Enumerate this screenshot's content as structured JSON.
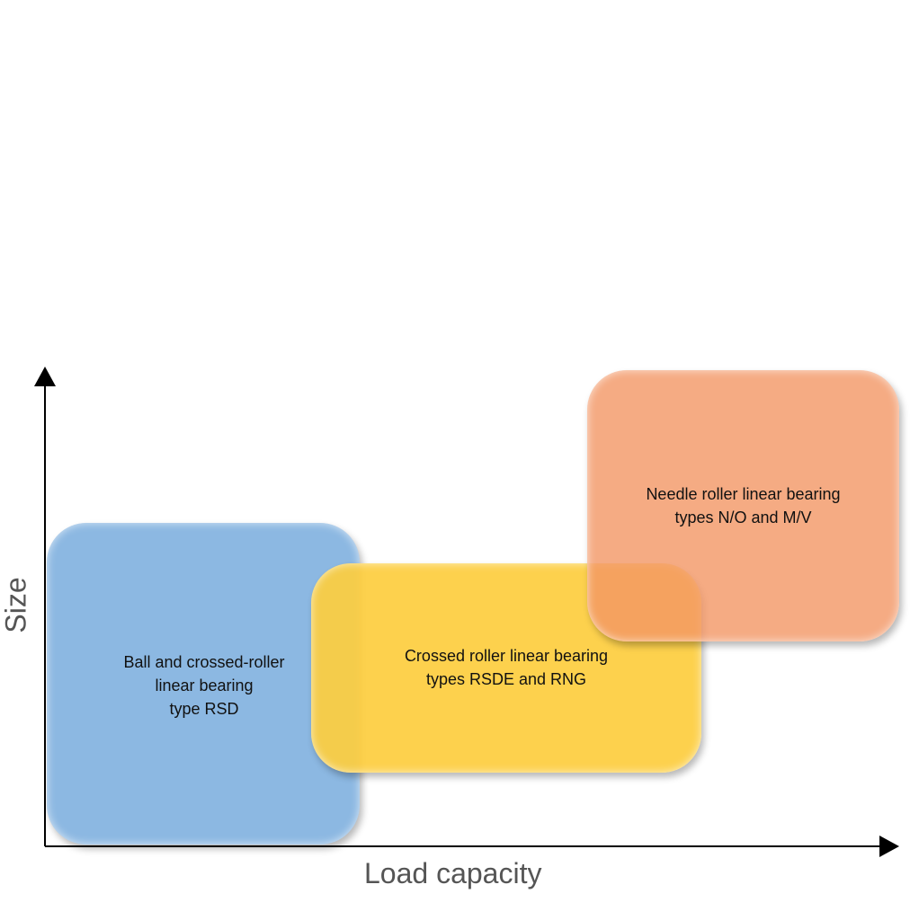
{
  "axes": {
    "x_label": "Load capacity",
    "y_label": "Size"
  },
  "regions": [
    {
      "name": "ball-crossed-roller",
      "text": "Ball and crossed-roller\nlinear bearing\ntype RSD",
      "color": "#8cb8e2"
    },
    {
      "name": "crossed-roller",
      "text": "Crossed roller linear bearing\ntypes RSDE and RNG",
      "color": "#fdcd3e"
    },
    {
      "name": "needle-roller",
      "text": "Needle roller linear bearing\ntypes N/O and M/V",
      "color": "#f39664"
    }
  ]
}
